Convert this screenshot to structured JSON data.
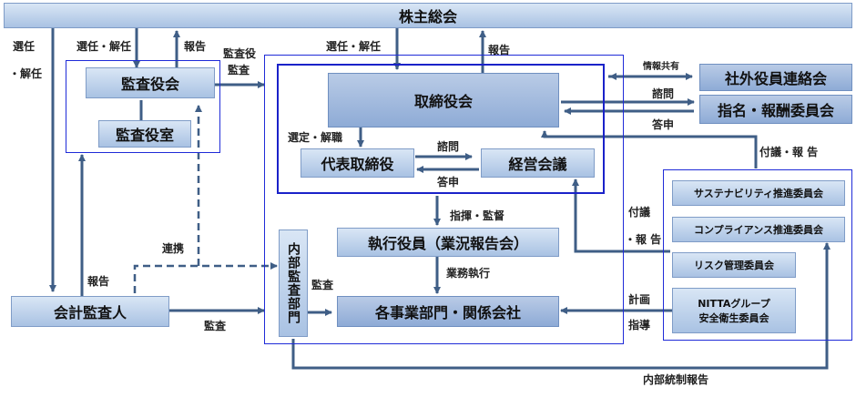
{
  "nodes": {
    "shareholders": "株主総会",
    "auditors": "監査役会",
    "auditors_office": "監査役室",
    "board": "取締役会",
    "rep_director": "代表取締役",
    "management_meeting": "経営会議",
    "executive_officers": "執行役員（業況報告会）",
    "business_divisions": "各事業部門・関係会社",
    "internal_audit": "内部監査部門",
    "accounting_auditor": "会計監査人",
    "outside_officers": "社外役員連絡会",
    "nomination_committee": "指名・報酬委員会",
    "sustainability": "サステナビリティ推進委員会",
    "compliance": "コンプライアンス推進委員会",
    "risk": "リスク管理委員会",
    "safety_line1": "NITTAグループ",
    "safety_line2": "安全衛生委員会"
  },
  "labels": {
    "elect_left_1": "選任",
    "elect_left_2": "・解任",
    "elect_auditors": "選任・解任",
    "report_auditors": "報告",
    "auditors_audit_1": "監査役",
    "auditors_audit_2": "監査",
    "elect_board": "選任・解任",
    "report_board": "報告",
    "info_share": "情報共有",
    "consult": "諮問",
    "answer_top": "答申",
    "appoint_dismiss": "選定・解職",
    "consult_mid": "諮問",
    "answer_mid": "答申",
    "refer_report_top": "付議・報 告",
    "direct_supervise": "指揮・監督",
    "business_exec": "業務執行",
    "refer_1": "付議",
    "refer_2": "・報 告",
    "cooperation": "連携",
    "report_accounting": "報告",
    "audit_internal": "監査",
    "audit_accounting": "監査",
    "plan": "計画",
    "guidance": "指導",
    "internal_control_report": "内部統制報告"
  }
}
